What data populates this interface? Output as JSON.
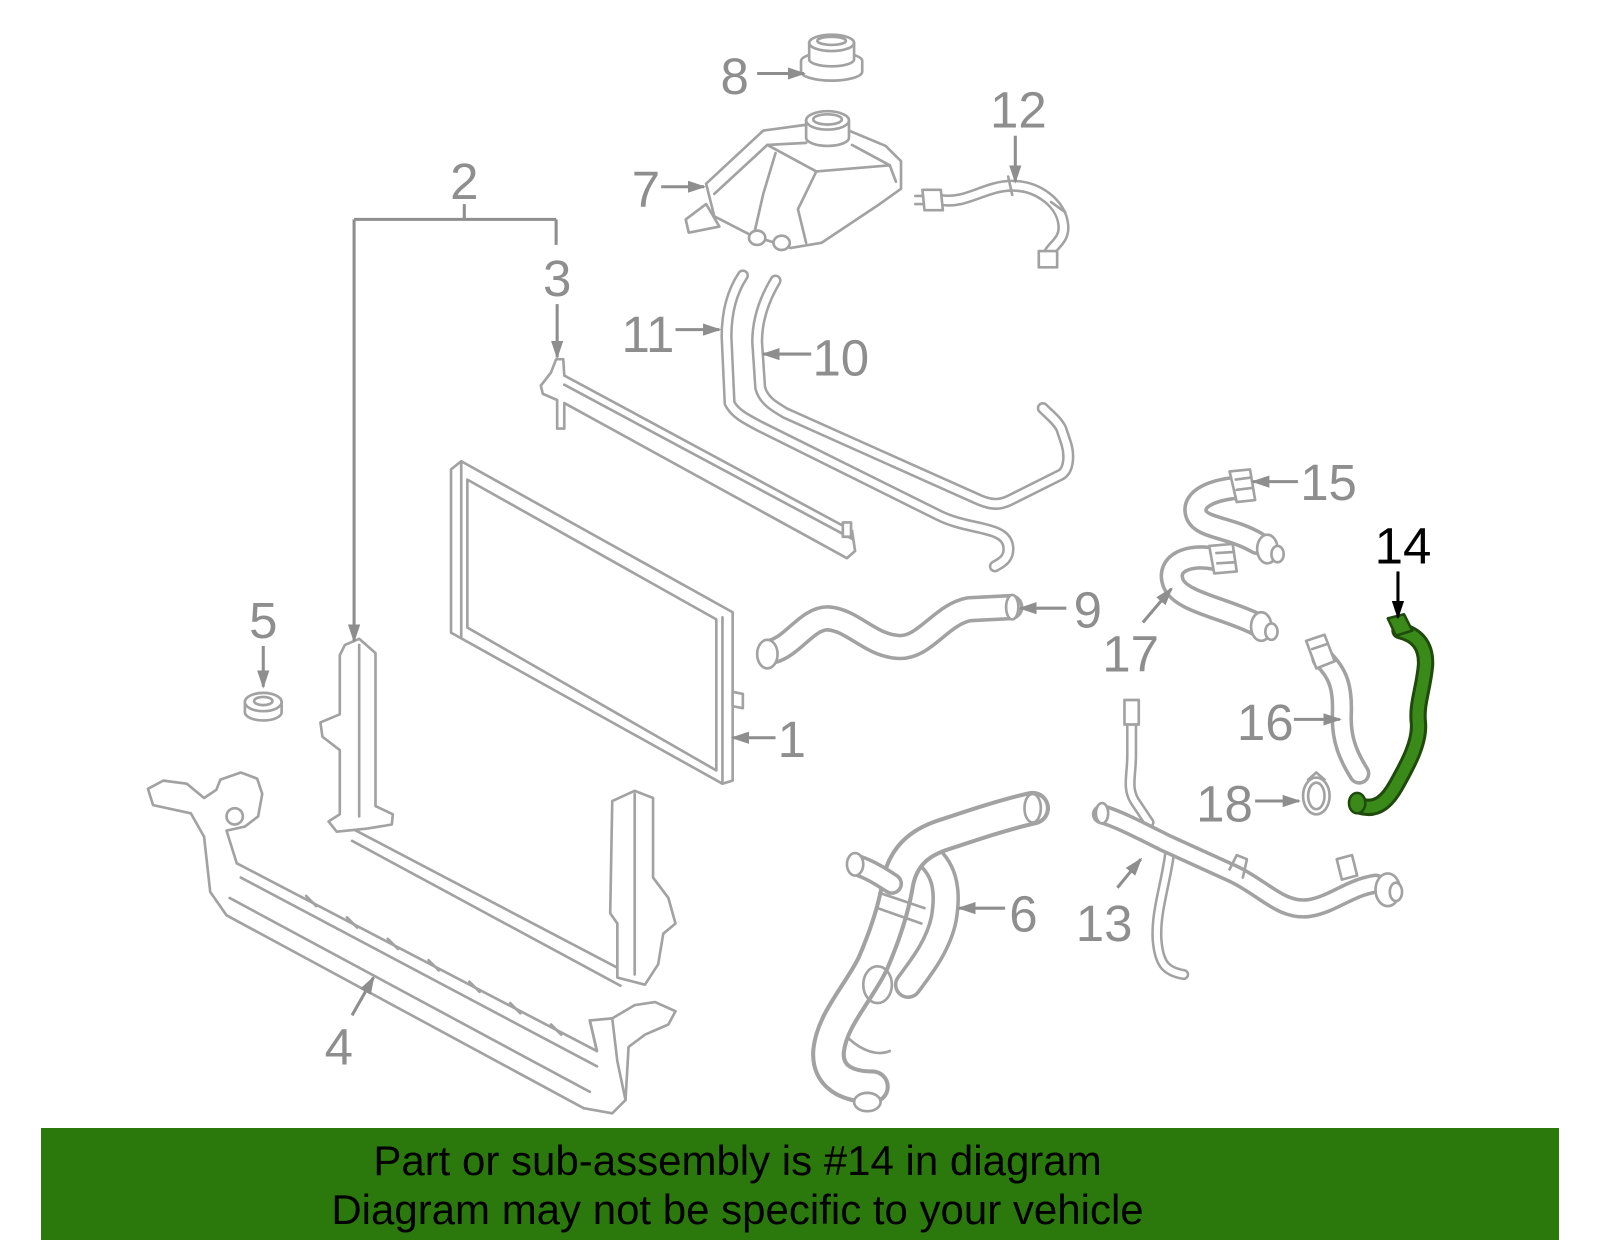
{
  "diagram": {
    "callouts": [
      "1",
      "2",
      "3",
      "4",
      "5",
      "6",
      "7",
      "8",
      "9",
      "10",
      "11",
      "12",
      "13",
      "14",
      "15",
      "16",
      "17",
      "18"
    ]
  },
  "colors": {
    "part_line": "#a2a2a2",
    "callout_text": "#8e8e8e",
    "highlight_callout_text": "#000000",
    "highlight_part": "#3a8a1a",
    "highlight_part_outline": "#1f4a0c",
    "banner_background": "#2b780d",
    "banner_text": "#000000"
  },
  "banner": {
    "line1": "Part or sub-assembly is #14 in diagram",
    "line2": "Diagram may not be specific to your vehicle"
  }
}
